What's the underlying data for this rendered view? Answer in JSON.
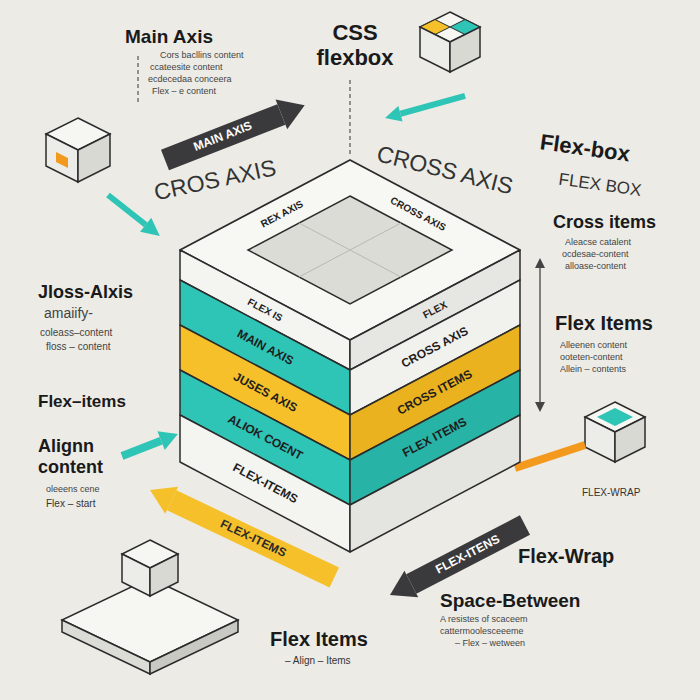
{
  "diagram": {
    "title": "CSS flexbox",
    "nodes": [
      {
        "text": [
          "REX AXIS",
          "CROSS AXIS",
          "FLEX IS",
          "FLEX"
        ]
      },
      {
        "text": [
          "MAIN AXIS",
          "CROSS AXIS"
        ]
      },
      {
        "text": [
          "JUSES AXIS",
          "CROSS ITEMS"
        ]
      },
      {
        "text": [
          "ALIOK COENT",
          "FLEX ITEMS"
        ]
      },
      {
        "text": [
          "FLEX-ITEMS"
        ]
      }
    ],
    "labels": [
      "Main Axis",
      "Cors bacllins content",
      "ccateesite content",
      "ecdecedaa conceera",
      "Flex – e content",
      "MAIN AXIS",
      "CROS AXIS",
      "CROSS AXIS",
      "Flex-box",
      "FLEX BOX",
      "Cross items",
      "Aleacse catalent",
      "ocdesae-content",
      "alloase-content",
      "Flex Items",
      "Alleenen content",
      "ooteten-content",
      "Allein – contents",
      "Jloss-Alxis",
      "amaiify-",
      "coleass–content",
      "floss – content",
      "Flex–items",
      "Alignn content",
      "oleeens cene",
      "Flex – start",
      "FLEX-ITEMS",
      "FLEX-ITENS",
      "FLEX-WRAP",
      "Flex-Wrap",
      "Space-Between",
      "A resistes of scaceem",
      "cattermoolesceeeme",
      "– Flex – wetween",
      "Flex Items",
      "– Align – Items"
    ]
  }
}
